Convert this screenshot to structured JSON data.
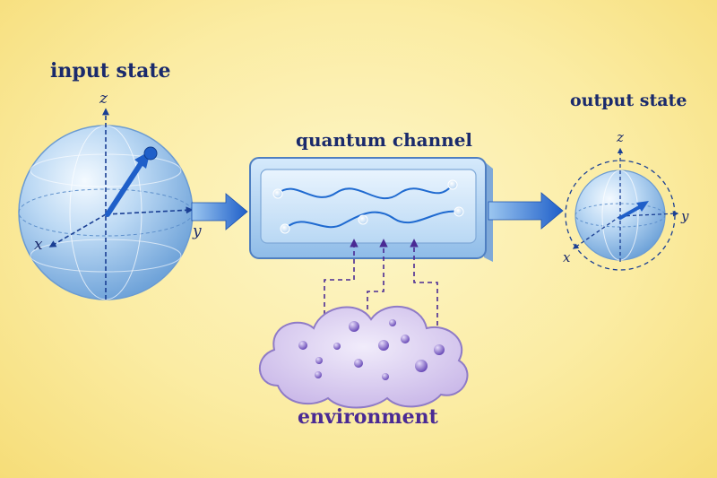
{
  "labels": {
    "input_state": "input state",
    "quantum_channel": "quantum channel",
    "output_state": "output state",
    "environment": "environment"
  },
  "axes": {
    "input": {
      "z": "z",
      "y": "y",
      "x": "x"
    },
    "output": {
      "z": "z",
      "y": "y",
      "x": "x"
    }
  },
  "colors": {
    "text_dark_blue": "#1a2a6c",
    "text_purple": "#4a2a94",
    "sphere_blue": "#8fbce8",
    "arrow_blue": "#1f5fc9",
    "channel_blue": "#a9cdf0",
    "environment_lilac": "#d9cdee",
    "particle_purple": "#7d60c4"
  }
}
